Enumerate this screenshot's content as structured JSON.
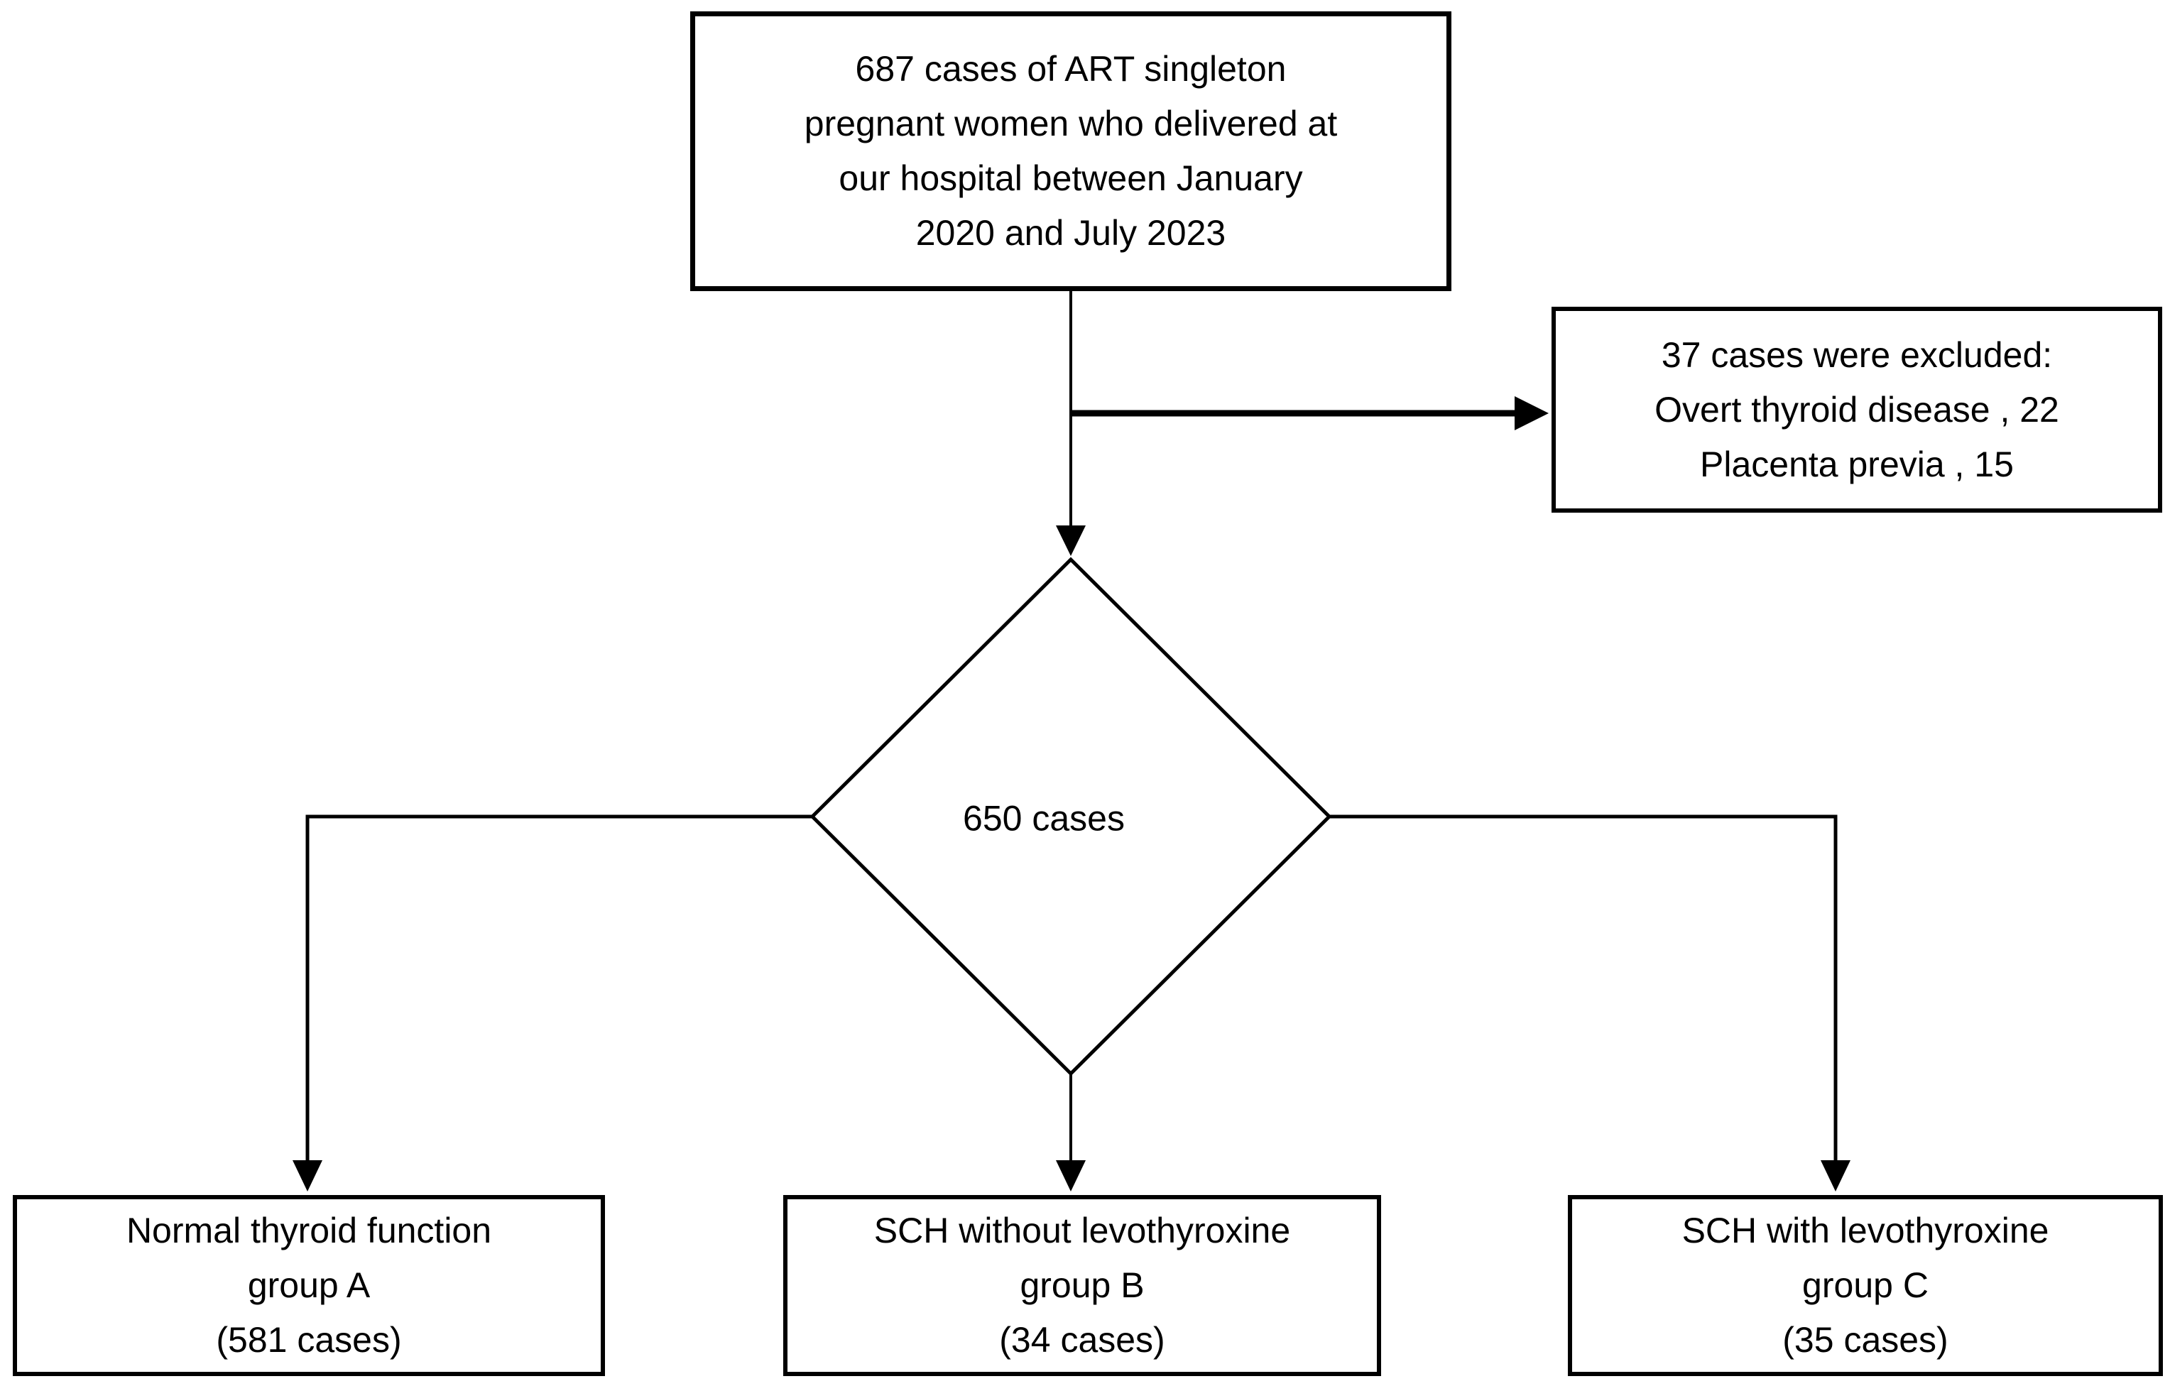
{
  "diagram": {
    "background_color": "#ffffff",
    "line_color": "#000000",
    "text_color": "#000000",
    "node_fill_color": "#ffffff",
    "nodes": {
      "start": {
        "shape": "rectangle",
        "lines": [
          "687 cases of ART singleton",
          "pregnant women who delivered at",
          "our hospital between January",
          "2020 and July 2023"
        ]
      },
      "excluded": {
        "shape": "rectangle",
        "lines": [
          "37 cases were excluded:",
          "Overt thyroid disease , 22",
          "Placenta previa , 15"
        ]
      },
      "decision": {
        "shape": "diamond",
        "label": "650 cases"
      },
      "group_a": {
        "shape": "rectangle",
        "lines": [
          "Normal thyroid function",
          "group A",
          "(581 cases)"
        ]
      },
      "group_b": {
        "shape": "rectangle",
        "lines": [
          "SCH without levothyroxine",
          "group B",
          "(34 cases)"
        ]
      },
      "group_c": {
        "shape": "rectangle",
        "lines": [
          "SCH with levothyroxine",
          "group C",
          "(35 cases)"
        ]
      }
    },
    "edges": [
      {
        "from": "start",
        "to": "excluded",
        "direction": "right"
      },
      {
        "from": "start",
        "to": "decision",
        "direction": "down"
      },
      {
        "from": "decision",
        "to": "group_a",
        "direction": "down"
      },
      {
        "from": "decision",
        "to": "group_b",
        "direction": "down"
      },
      {
        "from": "decision",
        "to": "group_c",
        "direction": "down"
      }
    ]
  }
}
